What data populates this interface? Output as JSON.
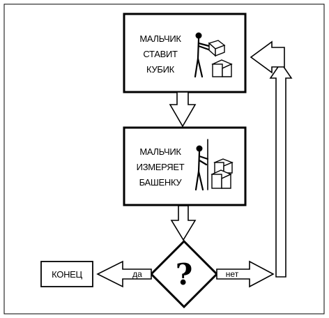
{
  "diagram": {
    "step1": {
      "lines": [
        "МАЛЬЧИК",
        "СТАВИТ",
        "КУБИК"
      ],
      "icon": "boy-placing-cube-icon"
    },
    "step2": {
      "lines": [
        "МАЛЬЧИК",
        "ИЗМЕРЯЕТ",
        "БАШЕНКУ"
      ],
      "icon": "boy-measuring-tower-icon"
    },
    "decision": {
      "symbol": "?"
    },
    "end": {
      "label": "КОНЕЦ"
    },
    "yes_label": "да",
    "no_label": "нет"
  }
}
